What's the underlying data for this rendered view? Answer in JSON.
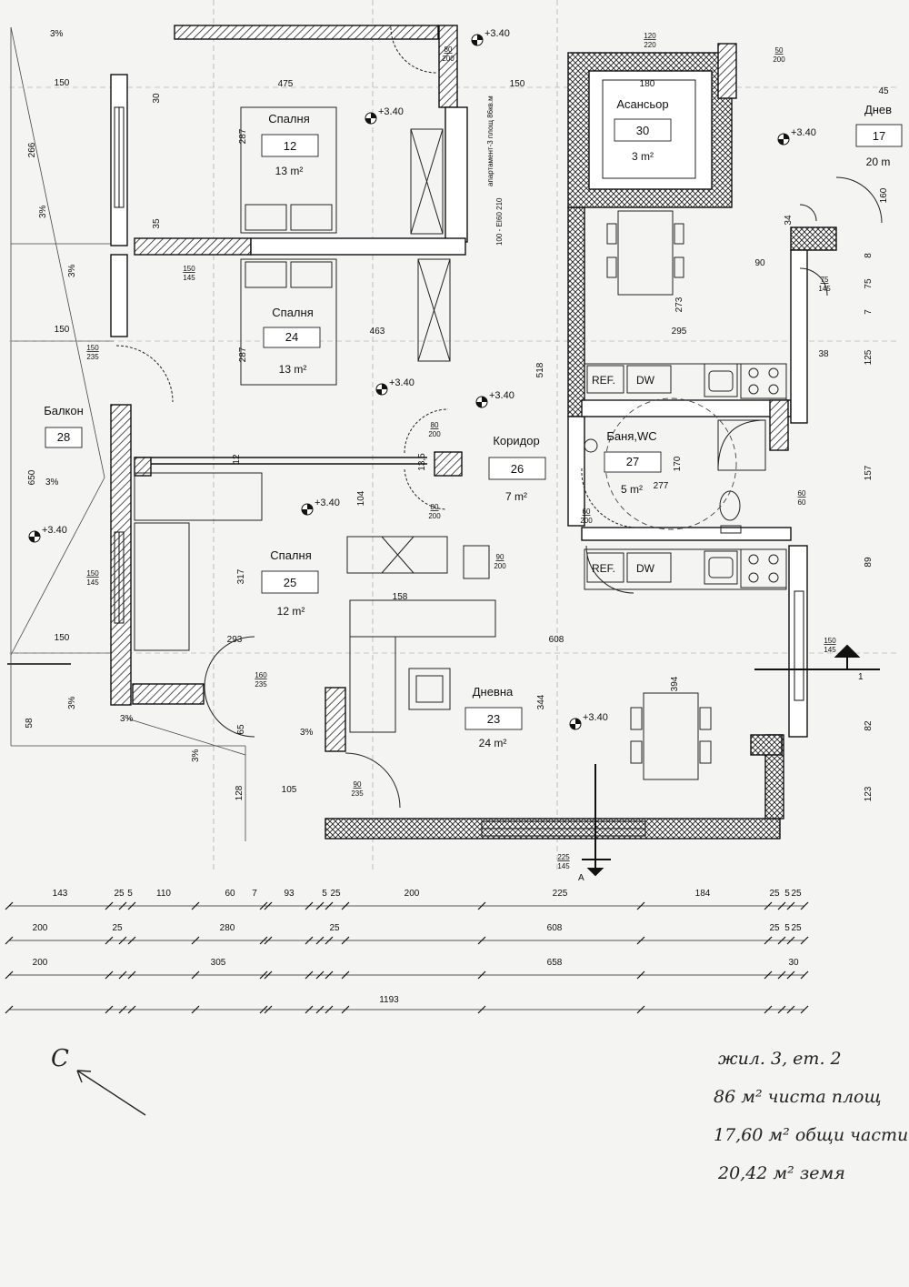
{
  "rooms": [
    {
      "id": "r12",
      "name": "Спалня",
      "number": "12",
      "area": "13 m²"
    },
    {
      "id": "r24",
      "name": "Спалня",
      "number": "24",
      "area": "13 m²"
    },
    {
      "id": "r25",
      "name": "Спалня",
      "number": "25",
      "area": "12 m²"
    },
    {
      "id": "r28",
      "name": "Балкон",
      "number": "28",
      "area": ""
    },
    {
      "id": "r26",
      "name": "Коридор",
      "number": "26",
      "area": "7 m²"
    },
    {
      "id": "r27",
      "name": "Баня,WC",
      "number": "27",
      "area": "5 m²"
    },
    {
      "id": "r23",
      "name": "Дневна",
      "number": "23",
      "area": "24 m²"
    },
    {
      "id": "r30",
      "name": "Асансьор",
      "number": "30",
      "area": "3 m²"
    },
    {
      "id": "r17",
      "name": "Днев",
      "number": "17",
      "area": "20 m"
    }
  ],
  "appliances": {
    "ref": "REF.",
    "dw": "DW"
  },
  "elevation": "+3.40",
  "slope": "3%",
  "section_mark": "A",
  "section_mark_num": "1",
  "shaft_note": "апартамент-3\nплощ 86кв.м",
  "shaft_door": "100 - EI60\n210",
  "dims_bottom": {
    "row1": [
      "143",
      "25",
      "5",
      "110",
      "60",
      "7",
      "93",
      "5",
      "25",
      "200",
      "225",
      "184",
      "25",
      "5",
      "25"
    ],
    "row2": [
      "200",
      "25",
      "280",
      "25",
      "608",
      "25",
      "5",
      "25"
    ],
    "row3": [
      "200",
      "305",
      "658",
      "30"
    ],
    "total": "1193"
  },
  "dims_left": [
    "266",
    "650",
    "150",
    "150",
    "150",
    "58"
  ],
  "dims_top": [
    "475",
    "150",
    "150",
    "180",
    "45"
  ],
  "dims_right": [
    "125",
    "157",
    "89",
    "82",
    "123",
    "75",
    "8",
    "7",
    "160"
  ],
  "dims_inner": [
    "287",
    "287",
    "463",
    "317",
    "293",
    "608",
    "394",
    "344",
    "273",
    "295",
    "90",
    "170",
    "277",
    "105",
    "128",
    "65",
    "104",
    "158",
    "35",
    "30",
    "34",
    "38",
    "518",
    "12",
    "13,5"
  ],
  "door_marks": [
    "80/200",
    "80/200",
    "150/235",
    "150/145",
    "150/145",
    "160/235",
    "90/235",
    "75/145",
    "60/60",
    "90/200",
    "60/200",
    "225/145",
    "150/145",
    "80/200",
    "120/220",
    "50/200"
  ],
  "handwritten": {
    "line1": "жил. 3, ет. 2",
    "line2": "86 м² чиста площ",
    "line3": "17,60 м² общи части",
    "line4": "20,42 м² земя"
  },
  "north_label": "С"
}
